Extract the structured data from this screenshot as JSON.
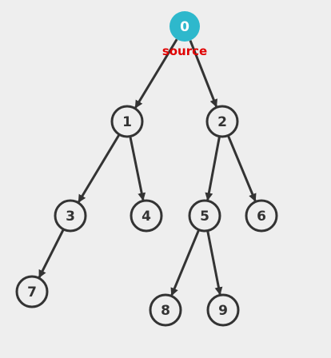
{
  "graph": {
    "colors": {
      "background": "#eeeeee",
      "edge": "#333333",
      "node_stroke": "#333333",
      "node_fill": "#eeeeee",
      "source_fill": "#2eb8cc",
      "source_text": "#ffffff",
      "source_label": "#e00000"
    },
    "source_label": "source",
    "nodes": [
      {
        "id": "0",
        "label": "0",
        "is_source": true
      },
      {
        "id": "1",
        "label": "1"
      },
      {
        "id": "2",
        "label": "2"
      },
      {
        "id": "3",
        "label": "3"
      },
      {
        "id": "4",
        "label": "4"
      },
      {
        "id": "5",
        "label": "5"
      },
      {
        "id": "6",
        "label": "6"
      },
      {
        "id": "7",
        "label": "7"
      },
      {
        "id": "8",
        "label": "8"
      },
      {
        "id": "9",
        "label": "9"
      }
    ],
    "edges": [
      {
        "from": "0",
        "to": "1"
      },
      {
        "from": "0",
        "to": "2"
      },
      {
        "from": "1",
        "to": "3"
      },
      {
        "from": "1",
        "to": "4"
      },
      {
        "from": "2",
        "to": "5"
      },
      {
        "from": "2",
        "to": "6"
      },
      {
        "from": "3",
        "to": "7"
      },
      {
        "from": "5",
        "to": "8"
      },
      {
        "from": "5",
        "to": "9"
      }
    ]
  }
}
